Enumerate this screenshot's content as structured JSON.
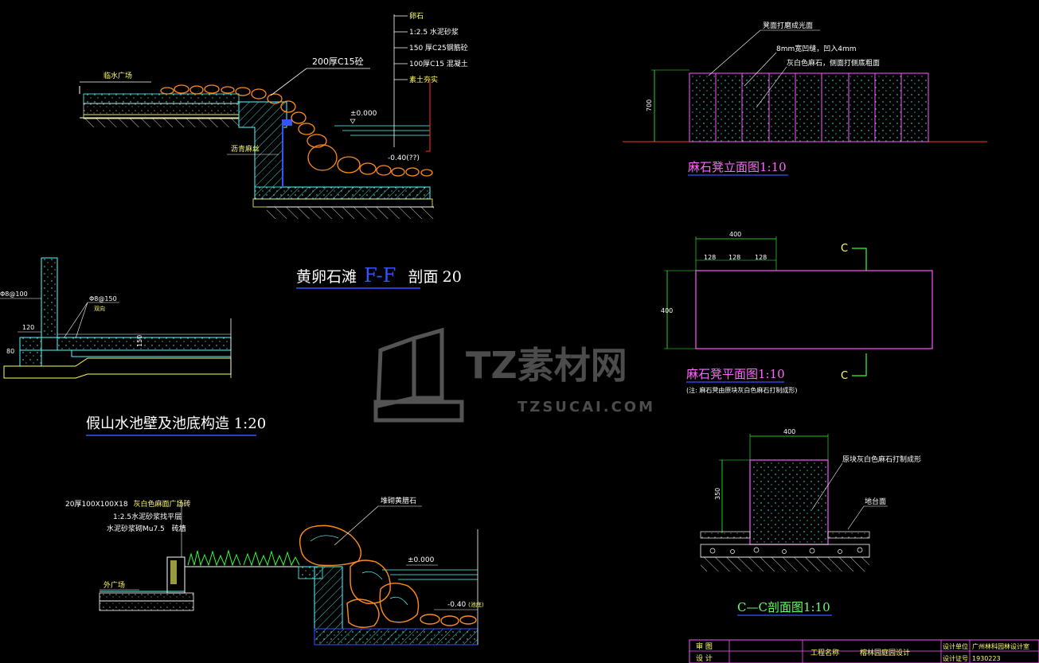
{
  "section_ff": {
    "title_cn": "黄卵石滩",
    "title_mark": "F-F",
    "title_tail": "剖面",
    "title_scale": "20",
    "label_square": "临水广场",
    "label_conc": "200厚C15砼",
    "label_felt": "沥青麻丝",
    "level_zero": "±0.000",
    "level_bottom": "-0.40(??)",
    "layers": [
      "卵石",
      "1:2.5 水泥砂浆",
      "150 厚C25钢筋砼",
      "100厚C15 混凝土",
      "素土夯实"
    ]
  },
  "section_wall": {
    "title": "假山水池壁及池底构造 1:20",
    "rebar1": "Φ8@100",
    "rebar2": "Φ8@150",
    "rebar2_sub": "双向",
    "dim_120": "120",
    "dim_80": "80",
    "dim_150": "150"
  },
  "section_rock": {
    "label_tile": "20厚100X100X18",
    "label_tile2": "灰白色麻面广场砖",
    "label_mortar": "1:2.5水泥砂浆找平层",
    "label_brick": "水泥砂浆砌Mu7.5",
    "label_brick2": "砖墙",
    "label_outer": "外广场",
    "label_stone": "堆砌黄腊石",
    "level_zero": "±0.000",
    "level_bottom": "-0.40",
    "level_bottom_note": "(池底)"
  },
  "bench_elev": {
    "title": "麻石凳立面图1:10",
    "note1": "凳面打磨成光面",
    "note2": "8mm宽凹缝，凹入4mm",
    "note3": "灰白色麻石，侧面打侧底粗面",
    "dim_h": "700"
  },
  "bench_plan": {
    "title": "麻石凳平面图1:10",
    "note": "(注: 麻石凳由原块灰白色麻石打制成形)",
    "dim_w": "400",
    "dims": [
      "128",
      "128",
      "128"
    ],
    "dim_h": "400",
    "cut_top": "C",
    "cut_bot": "C"
  },
  "bench_section": {
    "title": "C—C剖面图1:10",
    "dim_w": "400",
    "dim_h": "350",
    "note_stone": "原块灰白色麻石打制成形",
    "note_ground": "地台面"
  },
  "title_block": {
    "r1c1": "审  图",
    "r2c1": "设  计",
    "proj_label": "工程名称",
    "proj_name": "榕林园庭园设计",
    "unit_label": "设计单位",
    "unit_name": "广州林科园林设计室",
    "cert_label": "设计证号",
    "cert_no": "1930223"
  },
  "watermark": {
    "cn": "TZ素材网",
    "en": "TZSUCAI.COM"
  },
  "colors": {
    "cyan": "#55ffff",
    "magenta": "#ff55ff",
    "orange": "#ff8c1a",
    "green": "#33ff33",
    "yellow": "#ffff66",
    "blue": "#3355ff",
    "red": "#ff3333"
  }
}
